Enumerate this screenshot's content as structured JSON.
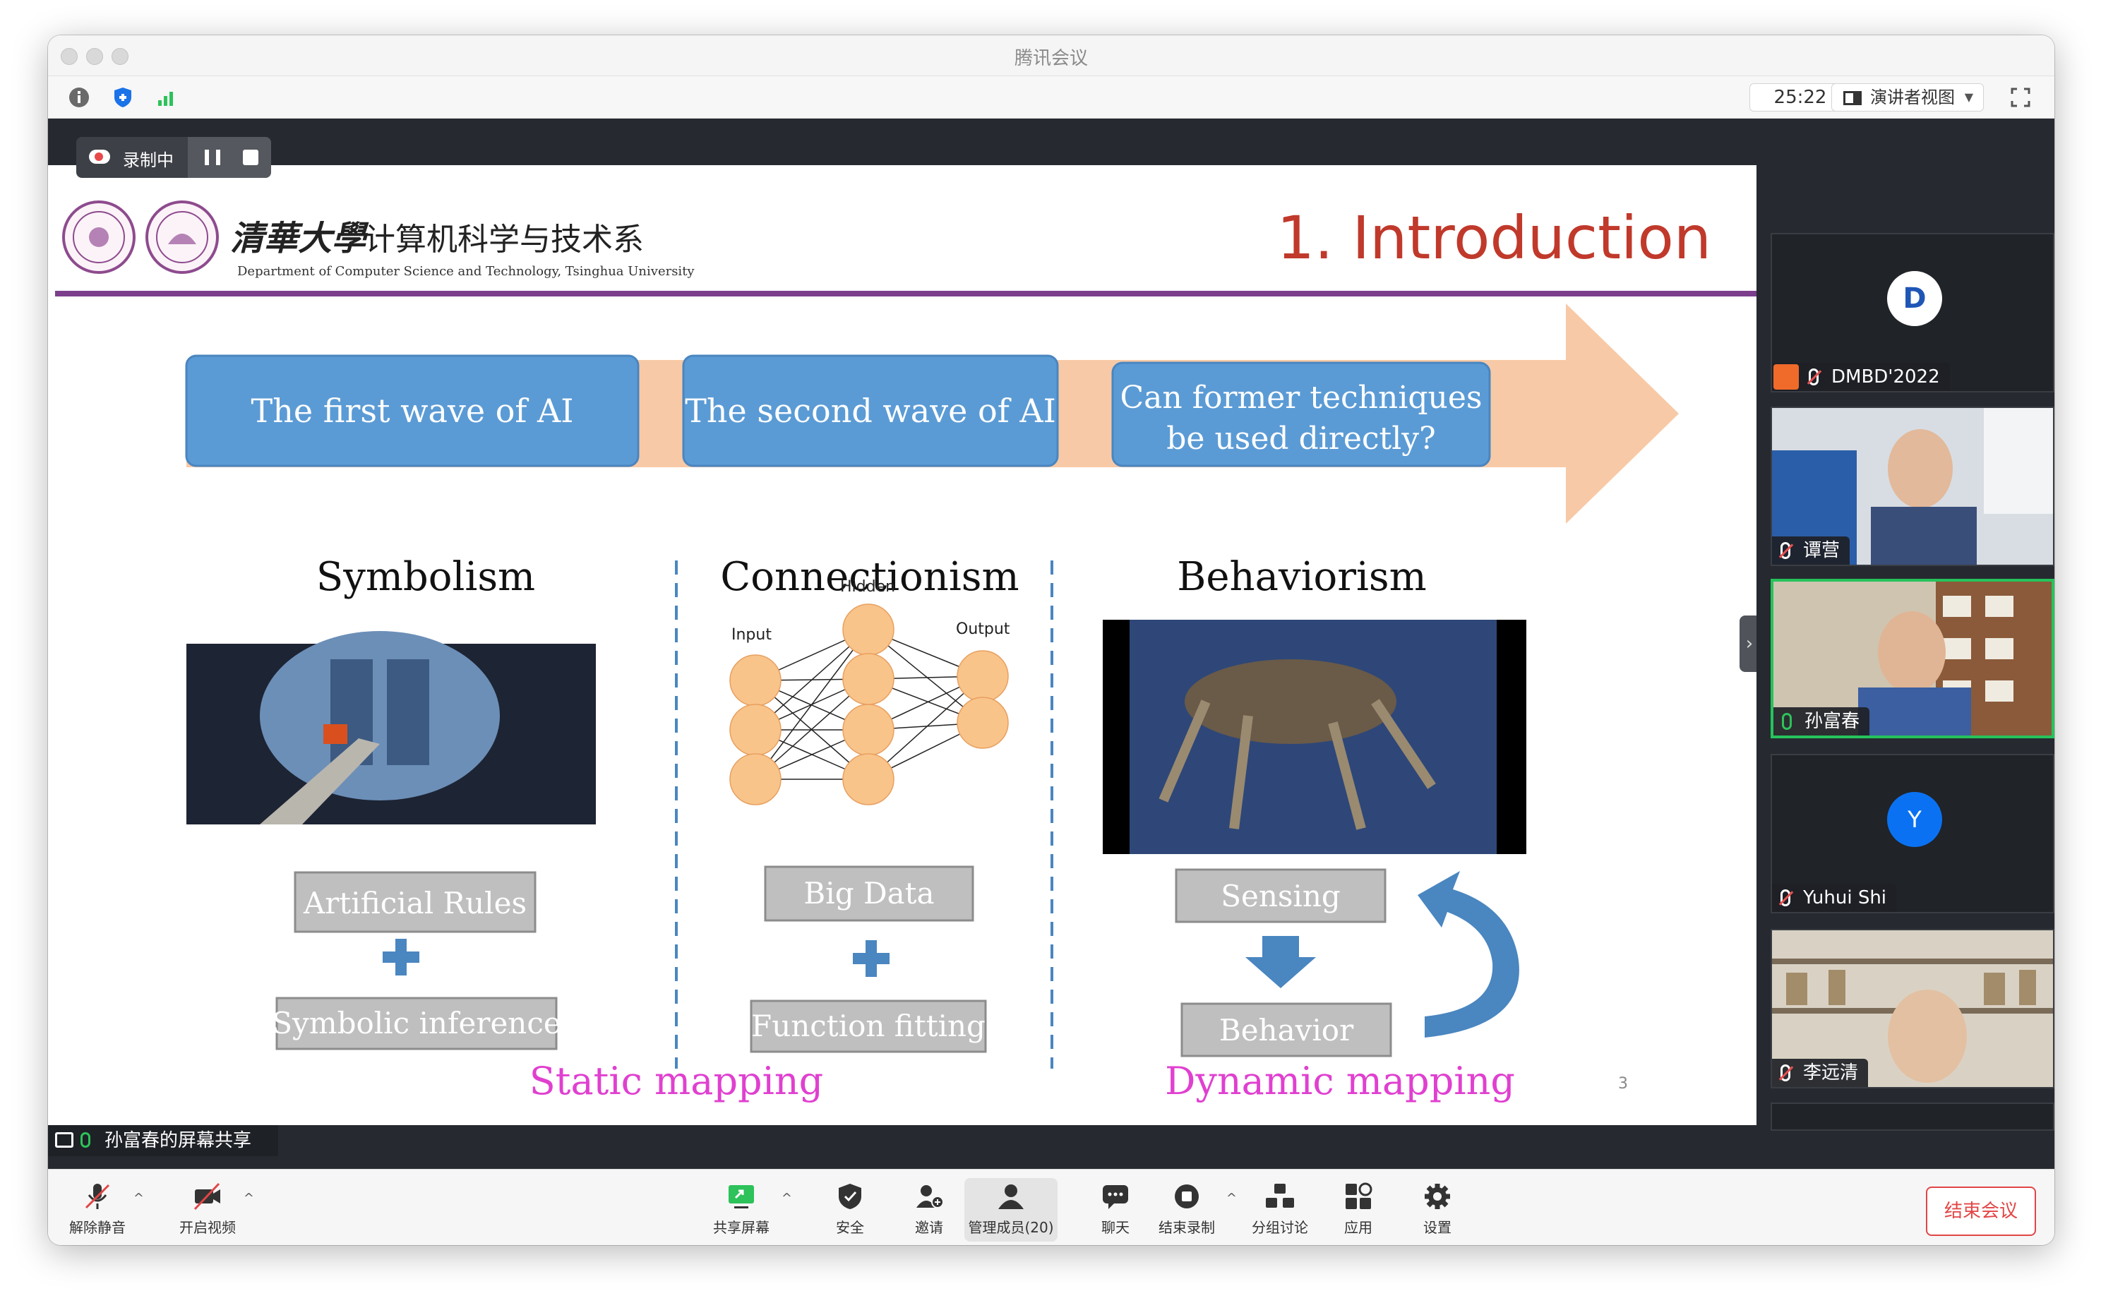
{
  "app": {
    "window_title": "腾讯会议",
    "timer": "25:22",
    "view_mode": "演讲者视图"
  },
  "recording": {
    "label": "录制中"
  },
  "share": {
    "label": "孙富春的屏幕共享"
  },
  "slide": {
    "university_cn": "计算机科学与技术系",
    "university_sub": "Department of Computer Science and Technology, Tsinghua University",
    "title": "1. Introduction",
    "waves": [
      "The first wave of AI",
      "The second wave of AI",
      "Can former techniques",
      "be used directly?"
    ],
    "columns": {
      "symbolism": {
        "title": "Symbolism",
        "box1": "Artificial Rules",
        "box2": "Symbolic inference"
      },
      "connectionism": {
        "title": "Connectionism",
        "input": "Input",
        "hidden": "Hidden",
        "output": "Output",
        "box1": "Big Data",
        "box2": "Function fitting"
      },
      "behaviorism": {
        "title": "Behaviorism",
        "box1": "Sensing",
        "box2": "Behavior"
      }
    },
    "static_mapping": "Static mapping",
    "dynamic_mapping": "Dynamic mapping",
    "page_number": "3"
  },
  "participants": [
    {
      "name": "DMBD'2022",
      "avatar": "D",
      "host": true
    },
    {
      "name": "谭营"
    },
    {
      "name": "孙富春",
      "speaking": true
    },
    {
      "name": "Yuhui Shi",
      "avatar": "Y"
    },
    {
      "name": "李远清"
    }
  ],
  "bottom": {
    "unmute": "解除静音",
    "video": "开启视频",
    "share": "共享屏幕",
    "security": "安全",
    "invite": "邀请",
    "members": "管理成员(20)",
    "chat": "聊天",
    "stop_record": "结束录制",
    "breakout": "分组讨论",
    "apps": "应用",
    "settings": "设置",
    "end": "结束会议"
  },
  "colors": {
    "accent": "#0a72f2",
    "wave_box": "#5b9bd5",
    "arrow": "#f8c9a6",
    "title_red": "#c0392b",
    "magenta": "#e040d0",
    "purple_rule": "#7b3f8c",
    "end_red": "#e24646",
    "speaking_green": "#26c35c"
  }
}
